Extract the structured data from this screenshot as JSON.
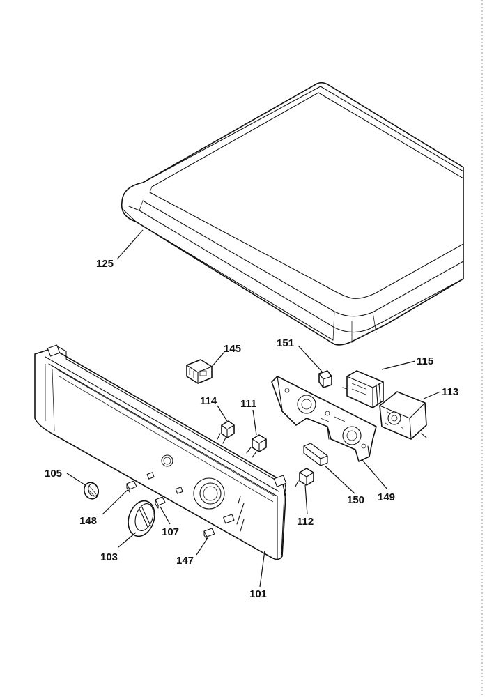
{
  "callouts": {
    "c101": "101",
    "c103": "103",
    "c105": "105",
    "c107": "107",
    "c111": "111",
    "c112": "112",
    "c113": "113",
    "c114": "114",
    "c115": "115",
    "c125": "125",
    "c145": "145",
    "c147": "147",
    "c148": "148",
    "c149": "149",
    "c150": "150",
    "c151": "151"
  }
}
